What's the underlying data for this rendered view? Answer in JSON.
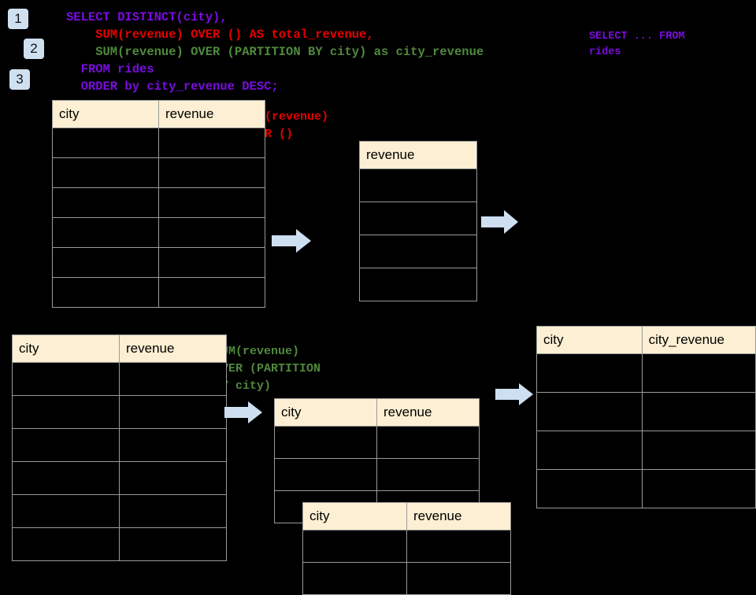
{
  "background_color": "#000000",
  "palette": {
    "badge_bg": "#cfe0f0",
    "table_header_bg": "#fcefd3",
    "table_border": "#9a9a9a",
    "arrow_fill": "#cfdff2",
    "sql_purple": "#7b0ce0",
    "sql_red": "#e60000",
    "sql_green": "#4f8a3d"
  },
  "badges": [
    {
      "label": "1"
    },
    {
      "label": "2"
    },
    {
      "label": "3"
    }
  ],
  "sql": {
    "lines": [
      {
        "text": "SELECT DISTINCT(city),",
        "color": "purple"
      },
      {
        "text": "    SUM(revenue) OVER () AS total_revenue,",
        "color": "red"
      },
      {
        "text": "    SUM(revenue) OVER (PARTITION BY city) as city_revenue",
        "color": "green"
      },
      {
        "text": "  FROM rides",
        "color": "purple"
      },
      {
        "text": "  ORDER by city_revenue DESC;",
        "color": "purple"
      }
    ]
  },
  "side_note": {
    "line1": "SELECT ... FROM",
    "line2": "rides"
  },
  "annotations": {
    "total_revenue": {
      "line1": "SUM(revenue)",
      "line2": "OVER ()"
    },
    "city_revenue": {
      "line1": "SUM(revenue)",
      "line2": "OVER (PARTITION",
      "line3": "BY city)"
    }
  },
  "tables": {
    "source_top": {
      "name": "source-table-top",
      "headers": [
        "city",
        "revenue"
      ],
      "row_count": 6,
      "rows": [
        [
          "",
          ""
        ],
        [
          "",
          ""
        ],
        [
          "",
          ""
        ],
        [
          "",
          ""
        ],
        [
          "",
          ""
        ],
        [
          "",
          ""
        ]
      ]
    },
    "revenue_only": {
      "name": "revenue-table",
      "headers": [
        "revenue"
      ],
      "row_count": 4,
      "rows": [
        [
          ""
        ],
        [
          ""
        ],
        [
          ""
        ],
        [
          ""
        ]
      ]
    },
    "source_bottom": {
      "name": "source-table-bottom",
      "headers": [
        "city",
        "revenue"
      ],
      "row_count": 6,
      "rows": [
        [
          "",
          ""
        ],
        [
          "",
          ""
        ],
        [
          "",
          ""
        ],
        [
          "",
          ""
        ],
        [
          "",
          ""
        ],
        [
          "",
          ""
        ]
      ]
    },
    "partition_a": {
      "name": "partition-table-a",
      "headers": [
        "city",
        "revenue"
      ],
      "row_count": 3,
      "rows": [
        [
          "",
          ""
        ],
        [
          "",
          ""
        ],
        [
          "",
          ""
        ]
      ]
    },
    "partition_b": {
      "name": "partition-table-b",
      "headers": [
        "city",
        "revenue"
      ],
      "row_count": 2,
      "rows": [
        [
          "",
          ""
        ],
        [
          "",
          ""
        ]
      ]
    },
    "output": {
      "name": "output-table",
      "headers": [
        "city",
        "city_revenue"
      ],
      "row_count": 4,
      "rows": [
        [
          "",
          ""
        ],
        [
          "",
          ""
        ],
        [
          "",
          ""
        ],
        [
          "",
          ""
        ]
      ]
    }
  },
  "arrows": [
    {
      "name": "arrow-source-to-revenue"
    },
    {
      "name": "arrow-revenue-to-output"
    },
    {
      "name": "arrow-source-to-partition"
    },
    {
      "name": "arrow-partition-to-output"
    }
  ]
}
